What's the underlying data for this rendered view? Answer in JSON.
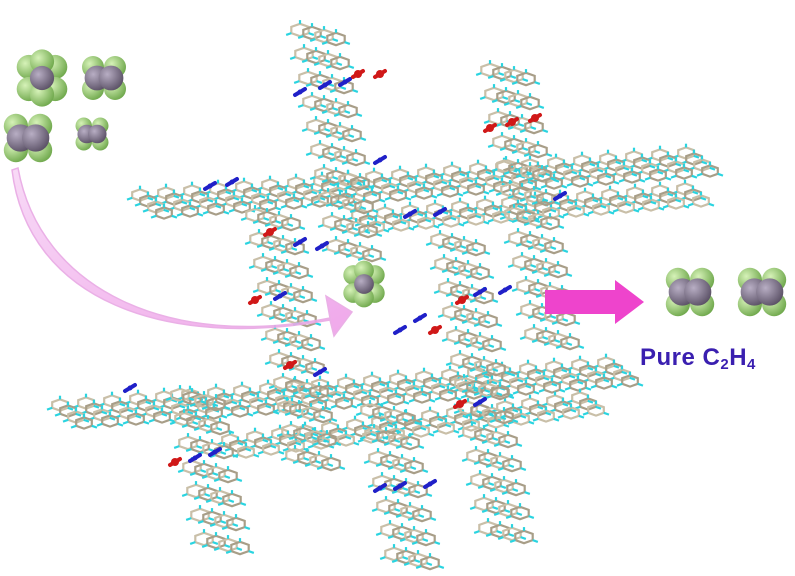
{
  "label": {
    "prefix": "Pure C",
    "sub1": "2",
    "mid": "H",
    "sub2": "4"
  },
  "colors": {
    "background": "#ffffff",
    "framework_bond": "#c9bfa8",
    "framework_bond_dark": "#a89e88",
    "hydrogen": "#2ad4e0",
    "nitrogen": "#2020c8",
    "oxygen": "#d01818",
    "gas_carbon": "#7a6f86",
    "gas_fluorine_like": "#9fd07a",
    "inlet_arrow": "#f2b8f0",
    "outlet_arrow": "#ee44cc",
    "label_text": "#3a1fb0"
  },
  "icons": {
    "gas_mixture": "molecule-cluster-icon",
    "trapped_gas": "trapped-molecule-icon",
    "product_gas": "ethylene-molecule-icon",
    "inlet_arrow": "curved-arrow-icon",
    "outlet_arrow": "right-arrow-icon"
  }
}
